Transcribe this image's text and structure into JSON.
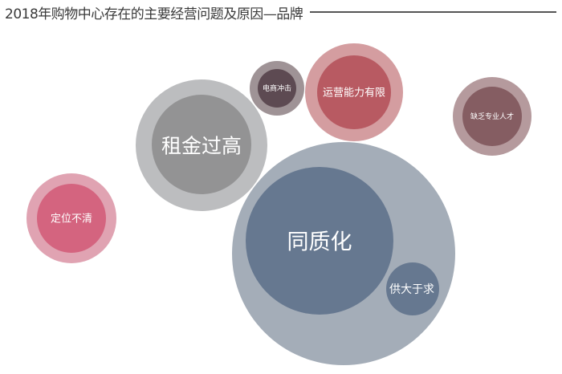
{
  "title": "2018年购物中心存在的主要经营问题及原因—品牌",
  "bubbles": {
    "tongzhihua": {
      "label": "同质化",
      "outer_color": "#a4adb8",
      "inner_color": "#667890"
    },
    "gongdayuqiu": {
      "label": "供大于求",
      "color": "#667890"
    },
    "zujin": {
      "label": "租金过高",
      "outer_color": "#bcbdbf",
      "inner_color": "#939394"
    },
    "dingwei": {
      "label": "定位不清",
      "outer_color": "#e0a3b2",
      "inner_color": "#d4647f"
    },
    "dianshang": {
      "label": "电商冲击",
      "outer_color": "#9f9396",
      "inner_color": "#5d4a52"
    },
    "yunying": {
      "label": "运营能力有限",
      "outer_color": "#d49da0",
      "inner_color": "#b85a62"
    },
    "rencai": {
      "label": "缺乏专业人才",
      "outer_color": "#b59a9d",
      "inner_color": "#855d62"
    }
  }
}
